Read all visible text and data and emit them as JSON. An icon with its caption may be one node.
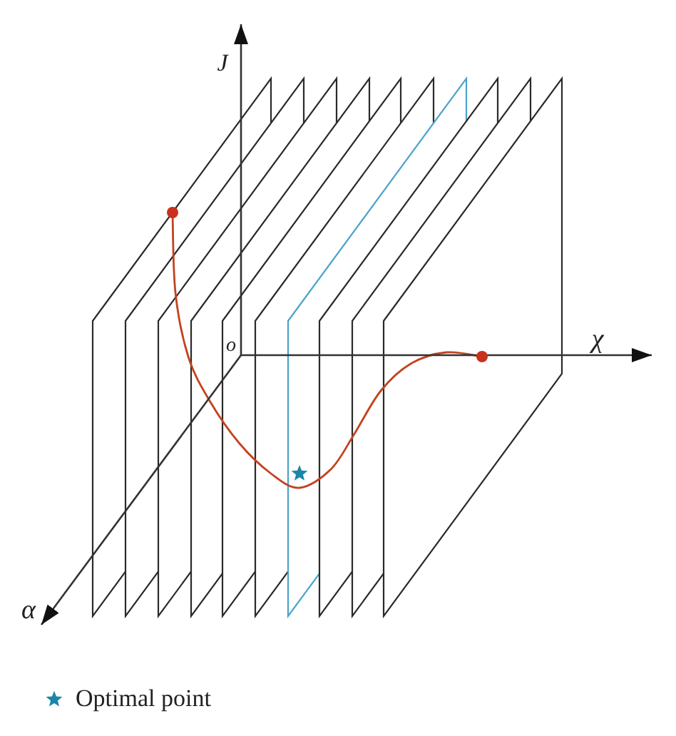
{
  "diagram": {
    "labels": [
      "J",
      "o",
      "χ",
      "α"
    ],
    "legend": [
      {
        "text": "Optimal point"
      }
    ]
  }
}
